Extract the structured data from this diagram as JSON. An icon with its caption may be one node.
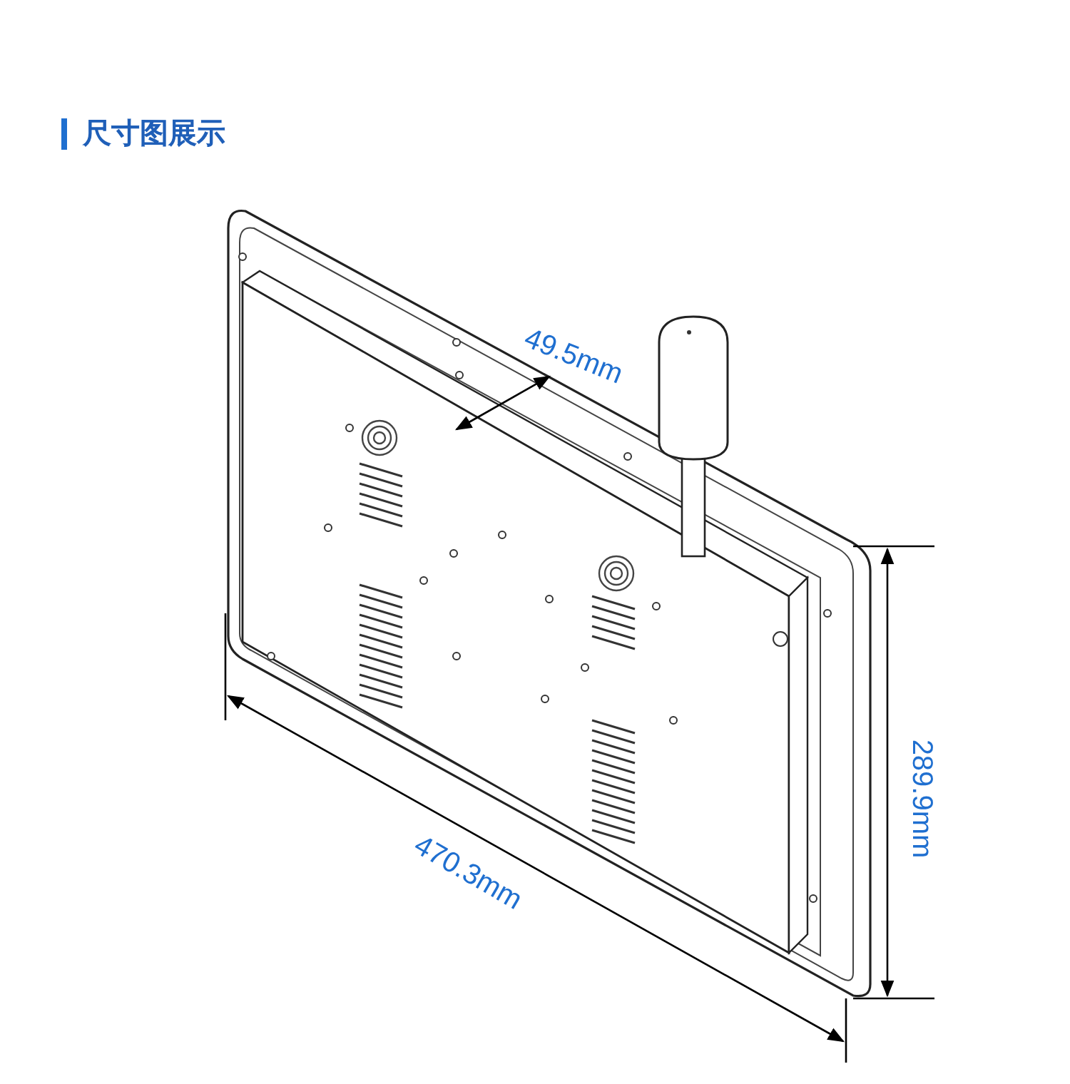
{
  "diagram": {
    "title": "尺寸图展示",
    "labels": [
      "49.5mm",
      "470.3mm",
      "289.9mm"
    ]
  }
}
